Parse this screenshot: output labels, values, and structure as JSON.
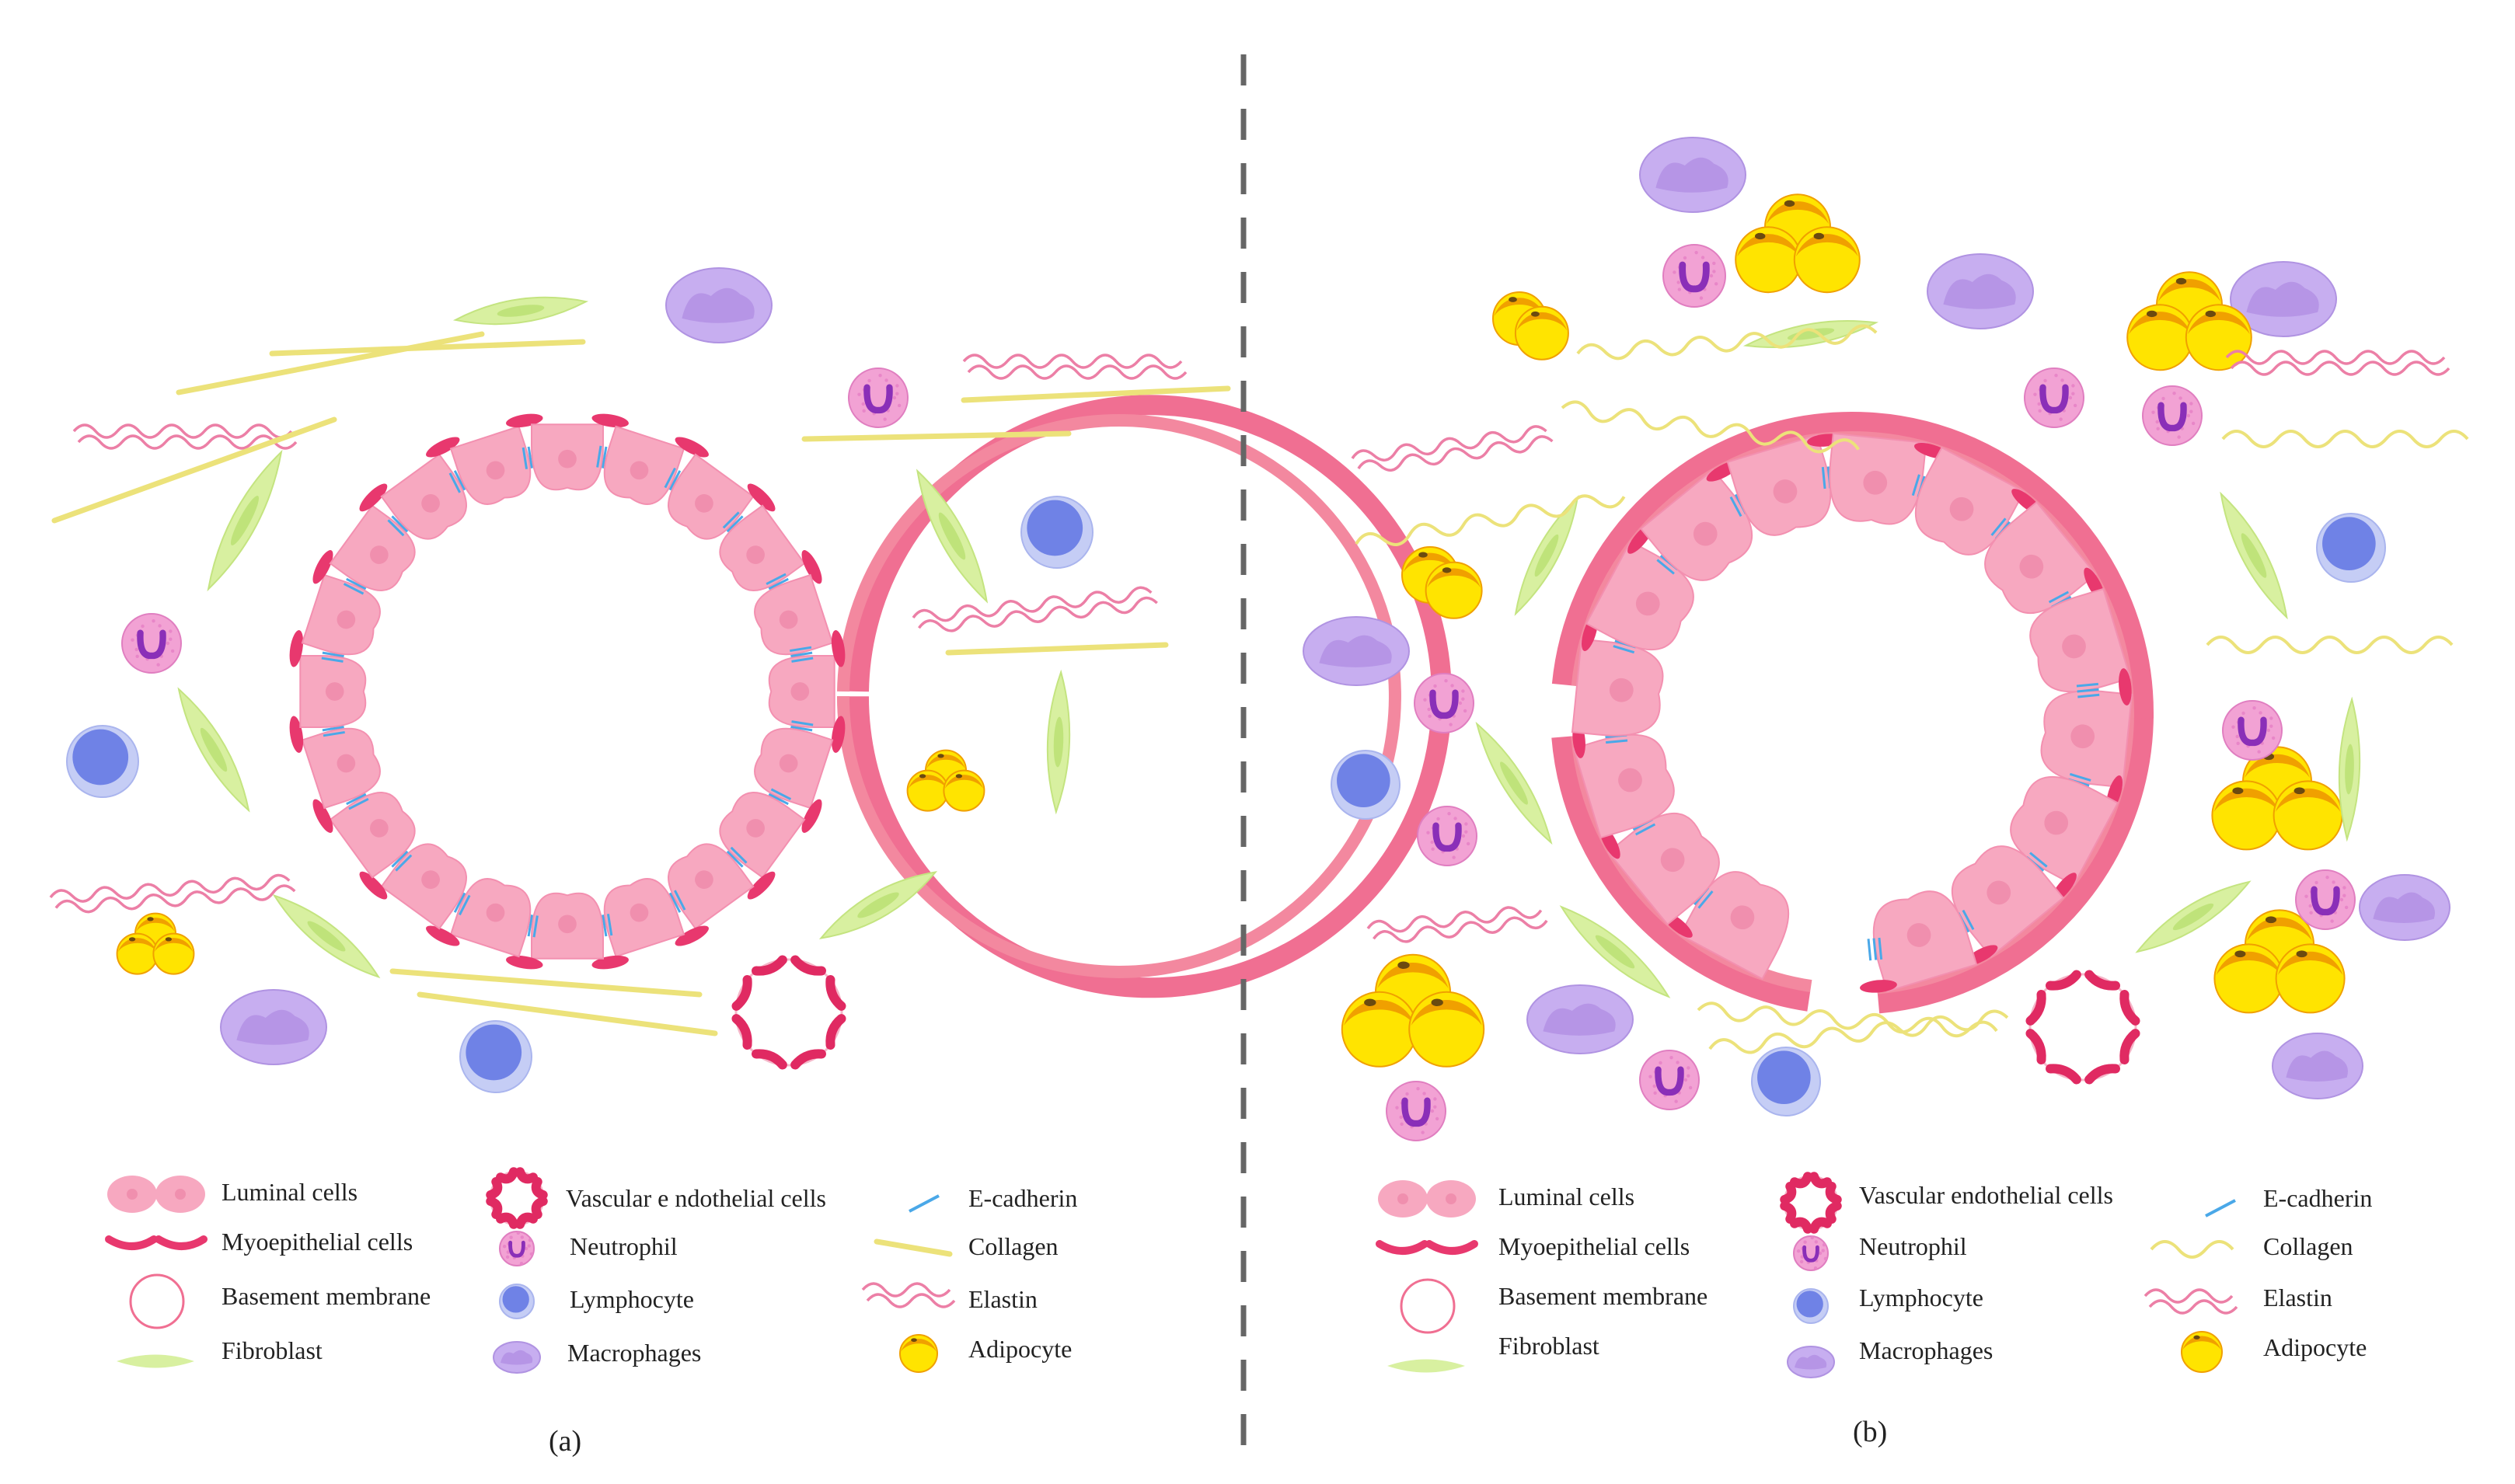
{
  "panel_a": {
    "caption": "(a)",
    "legend": {
      "luminal": "Luminal cells",
      "myoepithelial": "Myoepithelial cells",
      "basement": "Basement membrane",
      "fibroblast": "Fibroblast",
      "vascular": "Vascular e ndothelial cells",
      "neutrophil": "Neutrophil",
      "lymphocyte": "Lymphocyte",
      "macrophage": "Macrophages",
      "ecadherin": "E-cadherin",
      "collagen": "Collagen",
      "elastin": "Elastin",
      "adipocyte": "Adipocyte"
    }
  },
  "panel_b": {
    "caption": "(b)",
    "legend": {
      "luminal": "Luminal cells",
      "myoepithelial": "Myoepithelial cells",
      "basement": "Basement membrane",
      "fibroblast": "Fibroblast",
      "vascular": "Vascular endothelial cells",
      "neutrophil": "Neutrophil",
      "lymphocyte": "Lymphocyte",
      "macrophage": "Macrophages",
      "ecadherin": "E-cadherin",
      "collagen": "Collagen",
      "elastin": "Elastin",
      "adipocyte": "Adipocyte"
    }
  },
  "colors": {
    "luminal": "#f7a8c0",
    "luminal_nucleus": "#f08fae",
    "myoepithelial": "#e8386e",
    "basement": "#f06f92",
    "ecadherin": "#4aa8e8",
    "collagen": "#ece27a",
    "elastin": "#ec7fa6",
    "fibroblast": "#d8f0a0",
    "neutrophil": "#f2a2d4",
    "neutrophil_nucleus": "#8a2fb8",
    "lymphocyte": "#6f82e6",
    "macrophage": "#b695e6",
    "adipocyte": "#ffe400",
    "adipocyte_rim": "#f0a000",
    "divider": "#666666"
  }
}
